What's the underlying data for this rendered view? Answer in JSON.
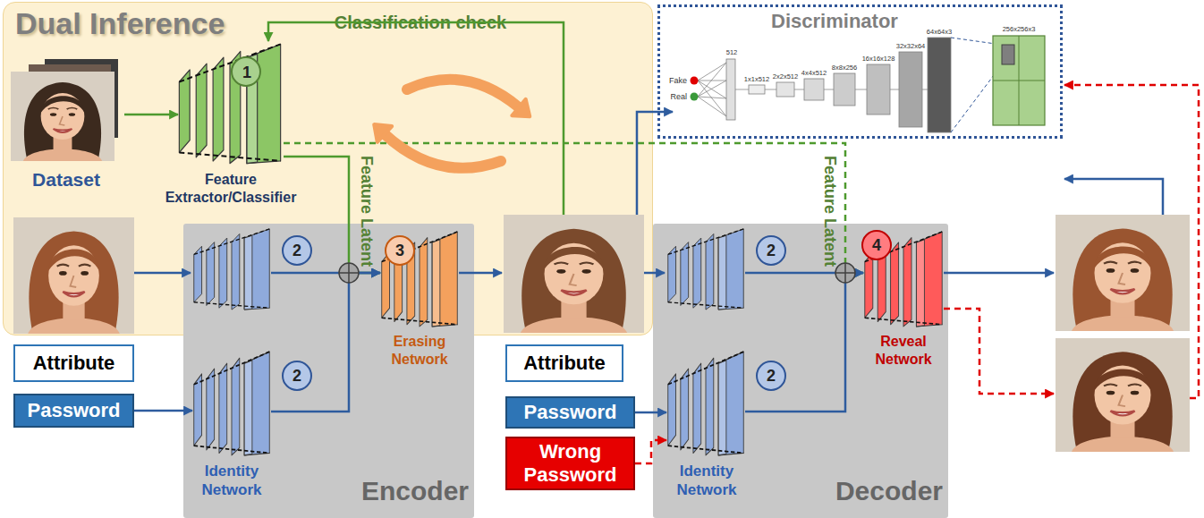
{
  "diagram": {
    "nodes": [
      {
        "text": [
          "Dual Inference"
        ]
      },
      {
        "text": [
          "Encoder"
        ]
      },
      {
        "text": [
          "Decoder"
        ]
      },
      {
        "text": [
          "Discriminator"
        ]
      },
      {
        "text": [
          "Dataset"
        ],
        "in": 0
      },
      {
        "text": [
          "1",
          "Feature Extractor/Classifier"
        ],
        "in": 0
      },
      {
        "text": [
          "Attribute"
        ]
      },
      {
        "text": [
          "Password"
        ]
      },
      {
        "text": [
          "2"
        ],
        "in": 1
      },
      {
        "text": [
          "2",
          "Identity Network"
        ],
        "in": 1
      },
      {
        "text": [
          "3",
          "Erasing Network"
        ],
        "in": 1
      },
      {
        "text": [
          "Attribute"
        ]
      },
      {
        "text": [
          "Password"
        ]
      },
      {
        "text": [
          "Wrong Password"
        ]
      },
      {
        "text": [
          "2"
        ],
        "in": 2
      },
      {
        "text": [
          "2",
          "Identity Network"
        ],
        "in": 2
      },
      {
        "text": [
          "4",
          "Reveal Network"
        ],
        "in": 2
      }
    ],
    "edges": [
      {
        "from": 4,
        "to": 5,
        "arrow": "to"
      },
      {
        "from": 5,
        "to": 10,
        "label": "Feature Latent",
        "arrow": "to"
      },
      {
        "from": 8,
        "to": 10,
        "arrow": "to"
      },
      {
        "from": 9,
        "to": 10,
        "arrow": "to"
      },
      {
        "from": 7,
        "to": 9,
        "arrow": "to"
      },
      {
        "from": 5,
        "to": 16,
        "label": "Feature Latent",
        "arrow": "to"
      },
      {
        "from": 12,
        "to": 15,
        "arrow": "to"
      },
      {
        "from": 13,
        "to": 15,
        "arrow": "to"
      },
      {
        "from": 14,
        "to": 16,
        "arrow": "to"
      },
      {
        "from": 15,
        "to": 16,
        "arrow": "to"
      }
    ],
    "labels": [
      "Classification check",
      "Fake",
      "Real",
      "512",
      "1x1x512",
      "2x2x512",
      "4x4x512",
      "8x8x256",
      "16x16x128",
      "32x32x64",
      "64x64x3",
      "256x256x3"
    ]
  }
}
